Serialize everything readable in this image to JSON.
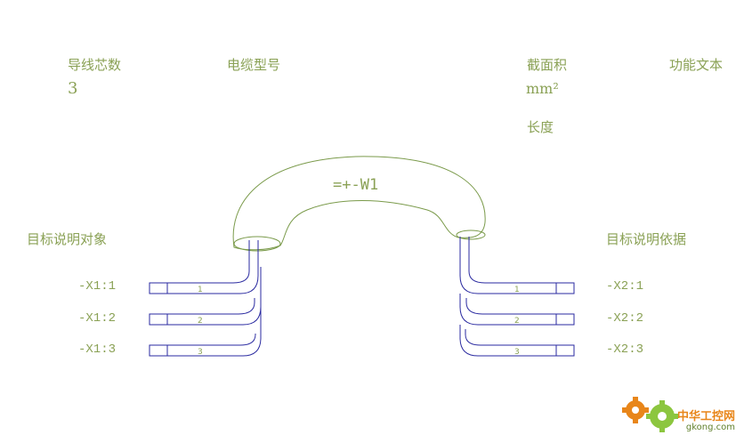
{
  "labels": {
    "conductor_count_title": "导线芯数",
    "conductor_count_value": "3",
    "cable_type_title": "电缆型号",
    "cross_section_title": "截面积",
    "cross_section_unit": "mm²",
    "length_title": "长度",
    "function_text_title": "功能文本",
    "cable_designation": "=+-W1",
    "left_target_title": "目标说明对象",
    "right_target_title": "目标说明依据"
  },
  "left_terminals": [
    "-X1:1",
    "-X1:2",
    "-X1:3"
  ],
  "right_terminals": [
    "-X2:1",
    "-X2:2",
    "-X2:3"
  ],
  "wire_numbers": [
    "1",
    "2",
    "3"
  ],
  "watermark": {
    "chinese": "中华工控网",
    "domain": "gkong.com"
  },
  "colors": {
    "text": "#8aa155",
    "cable_outline": "#7a9a4a",
    "wire": "#2a2aa0",
    "watermark_orange": "#e8861a",
    "watermark_green": "#8cc63f"
  }
}
